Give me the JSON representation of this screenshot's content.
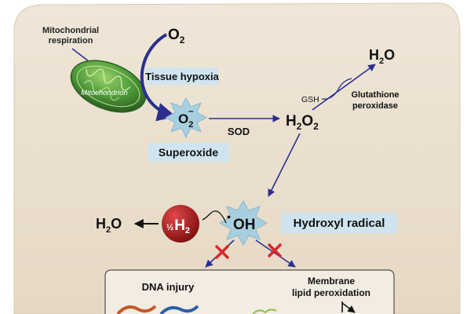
{
  "diagram": {
    "o2_top": "O",
    "o2_sub": "2",
    "mito_respiration_line1": "Mitochondrial",
    "mito_respiration_line2": "respiration",
    "mitochondrion_label": "Mitochondrion",
    "tissue_hypoxia": "Tissue hypoxia",
    "superoxide_formula": "O",
    "superoxide_sub": "2",
    "superoxide_sup": "–",
    "superoxide_label": "Superoxide",
    "sod_label": "SOD",
    "h2o2_main": "H",
    "h2o2_sub1": "2",
    "h2o2_o": "O",
    "h2o2_sub2": "2",
    "gsh_label": "GSH",
    "gpx_line1": "Glutathione",
    "gpx_line2": "peroxidase",
    "h2o_top_h": "H",
    "h2o_top_sub": "2",
    "h2o_top_o": "O",
    "oh_dot": "•",
    "oh_text": "OH",
    "hydroxyl_label": "Hydroxyl radical",
    "half_h2_frac": "½",
    "half_h2_h": "H",
    "half_h2_sub": "2",
    "h2o_left_h": "H",
    "h2o_left_sub": "2",
    "h2o_left_o": "O",
    "dna_injury": "DNA injury",
    "membrane_line1": "Membrane",
    "membrane_line2": "lipid peroxidation"
  },
  "colors": {
    "panel_bg": "#ece1d2",
    "label_box": "#cfe4ee",
    "arrow_blue": "#2c2f8e",
    "star_fill": "#a8cfe0",
    "red_x": "#d42a2a",
    "molecular_h2": "#a81818"
  }
}
